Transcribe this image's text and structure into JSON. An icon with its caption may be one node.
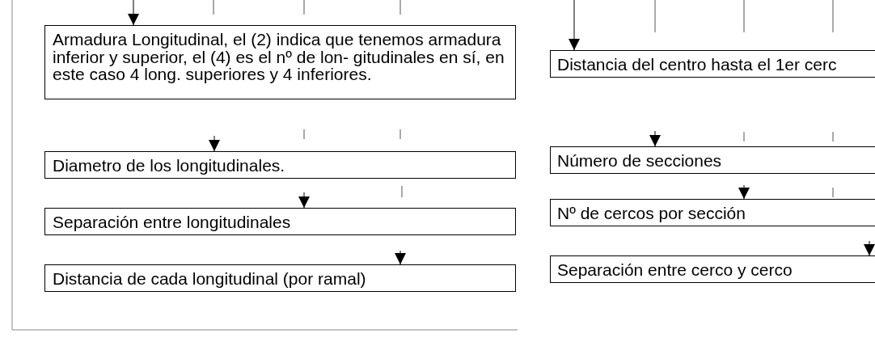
{
  "diagram": {
    "nodes": [
      {
        "text": [
          "Armadura Longitudinal, el (2) indica que tenemos armadura inferior y superior, el (4) es el nº de lon- gitudinales en sí, en este caso 4 long. superiores y 4 inferiores."
        ]
      },
      {
        "text": [
          "Diametro de los longitudinales."
        ]
      },
      {
        "text": [
          "Separación entre longitudinales"
        ]
      },
      {
        "text": [
          "Distancia de cada longitudinal (por ramal)"
        ]
      },
      {
        "text": [
          "Distancia del centro hasta el 1er cerc"
        ]
      },
      {
        "text": [
          "Número de secciones"
        ]
      },
      {
        "text": [
          "Nº de cercos por sección"
        ]
      },
      {
        "text": [
          "Separación entre cerco y cerco"
        ]
      }
    ],
    "edges": [
      {
        "from": null,
        "to": 0,
        "arrow": "to"
      },
      {
        "from": null,
        "to": 1,
        "arrow": "to"
      },
      {
        "from": null,
        "to": 2,
        "arrow": "to"
      },
      {
        "from": null,
        "to": 3,
        "arrow": "to"
      },
      {
        "from": null,
        "to": 4,
        "arrow": "to"
      },
      {
        "from": null,
        "to": 5,
        "arrow": "to"
      },
      {
        "from": null,
        "to": 6,
        "arrow": "to"
      },
      {
        "from": null,
        "to": 7,
        "arrow": "to"
      }
    ]
  }
}
